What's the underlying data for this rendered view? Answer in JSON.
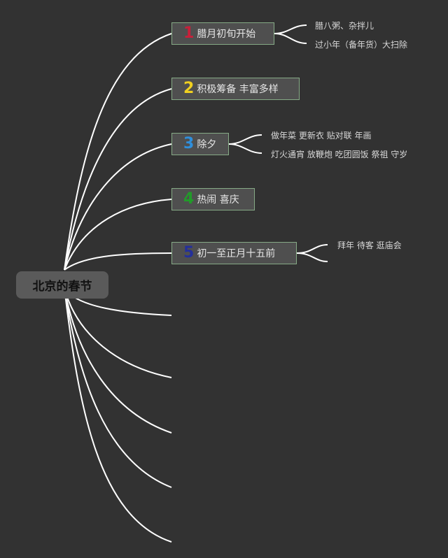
{
  "root": {
    "label": "北京的春节"
  },
  "branches": [
    {
      "num": "1",
      "num_color": "#c8203a",
      "label": "腊月初旬开始",
      "leaves": [
        "腊八粥、杂拌儿",
        "过小年（备年货）大扫除"
      ]
    },
    {
      "num": "2",
      "num_color": "#f0d020",
      "label": "积极筹备 丰富多样",
      "leaves": []
    },
    {
      "num": "3",
      "num_color": "#2f8fdc",
      "label": "除夕",
      "leaves": [
        "做年菜 更新衣 贴对联 年画",
        "灯火通宵 放鞭炮 吃团圆饭 祭祖 守岁"
      ]
    },
    {
      "num": "4",
      "num_color": "#229a2a",
      "label": "热闹 喜庆",
      "leaves": []
    },
    {
      "num": "5",
      "num_color": "#24309a",
      "label": "初一至正月十五前",
      "leaves": [
        "拜年 待客 逛庙会"
      ]
    }
  ],
  "colors": {
    "background": "#323232",
    "connector": "#ffffff",
    "node_border": "#86aa86"
  }
}
